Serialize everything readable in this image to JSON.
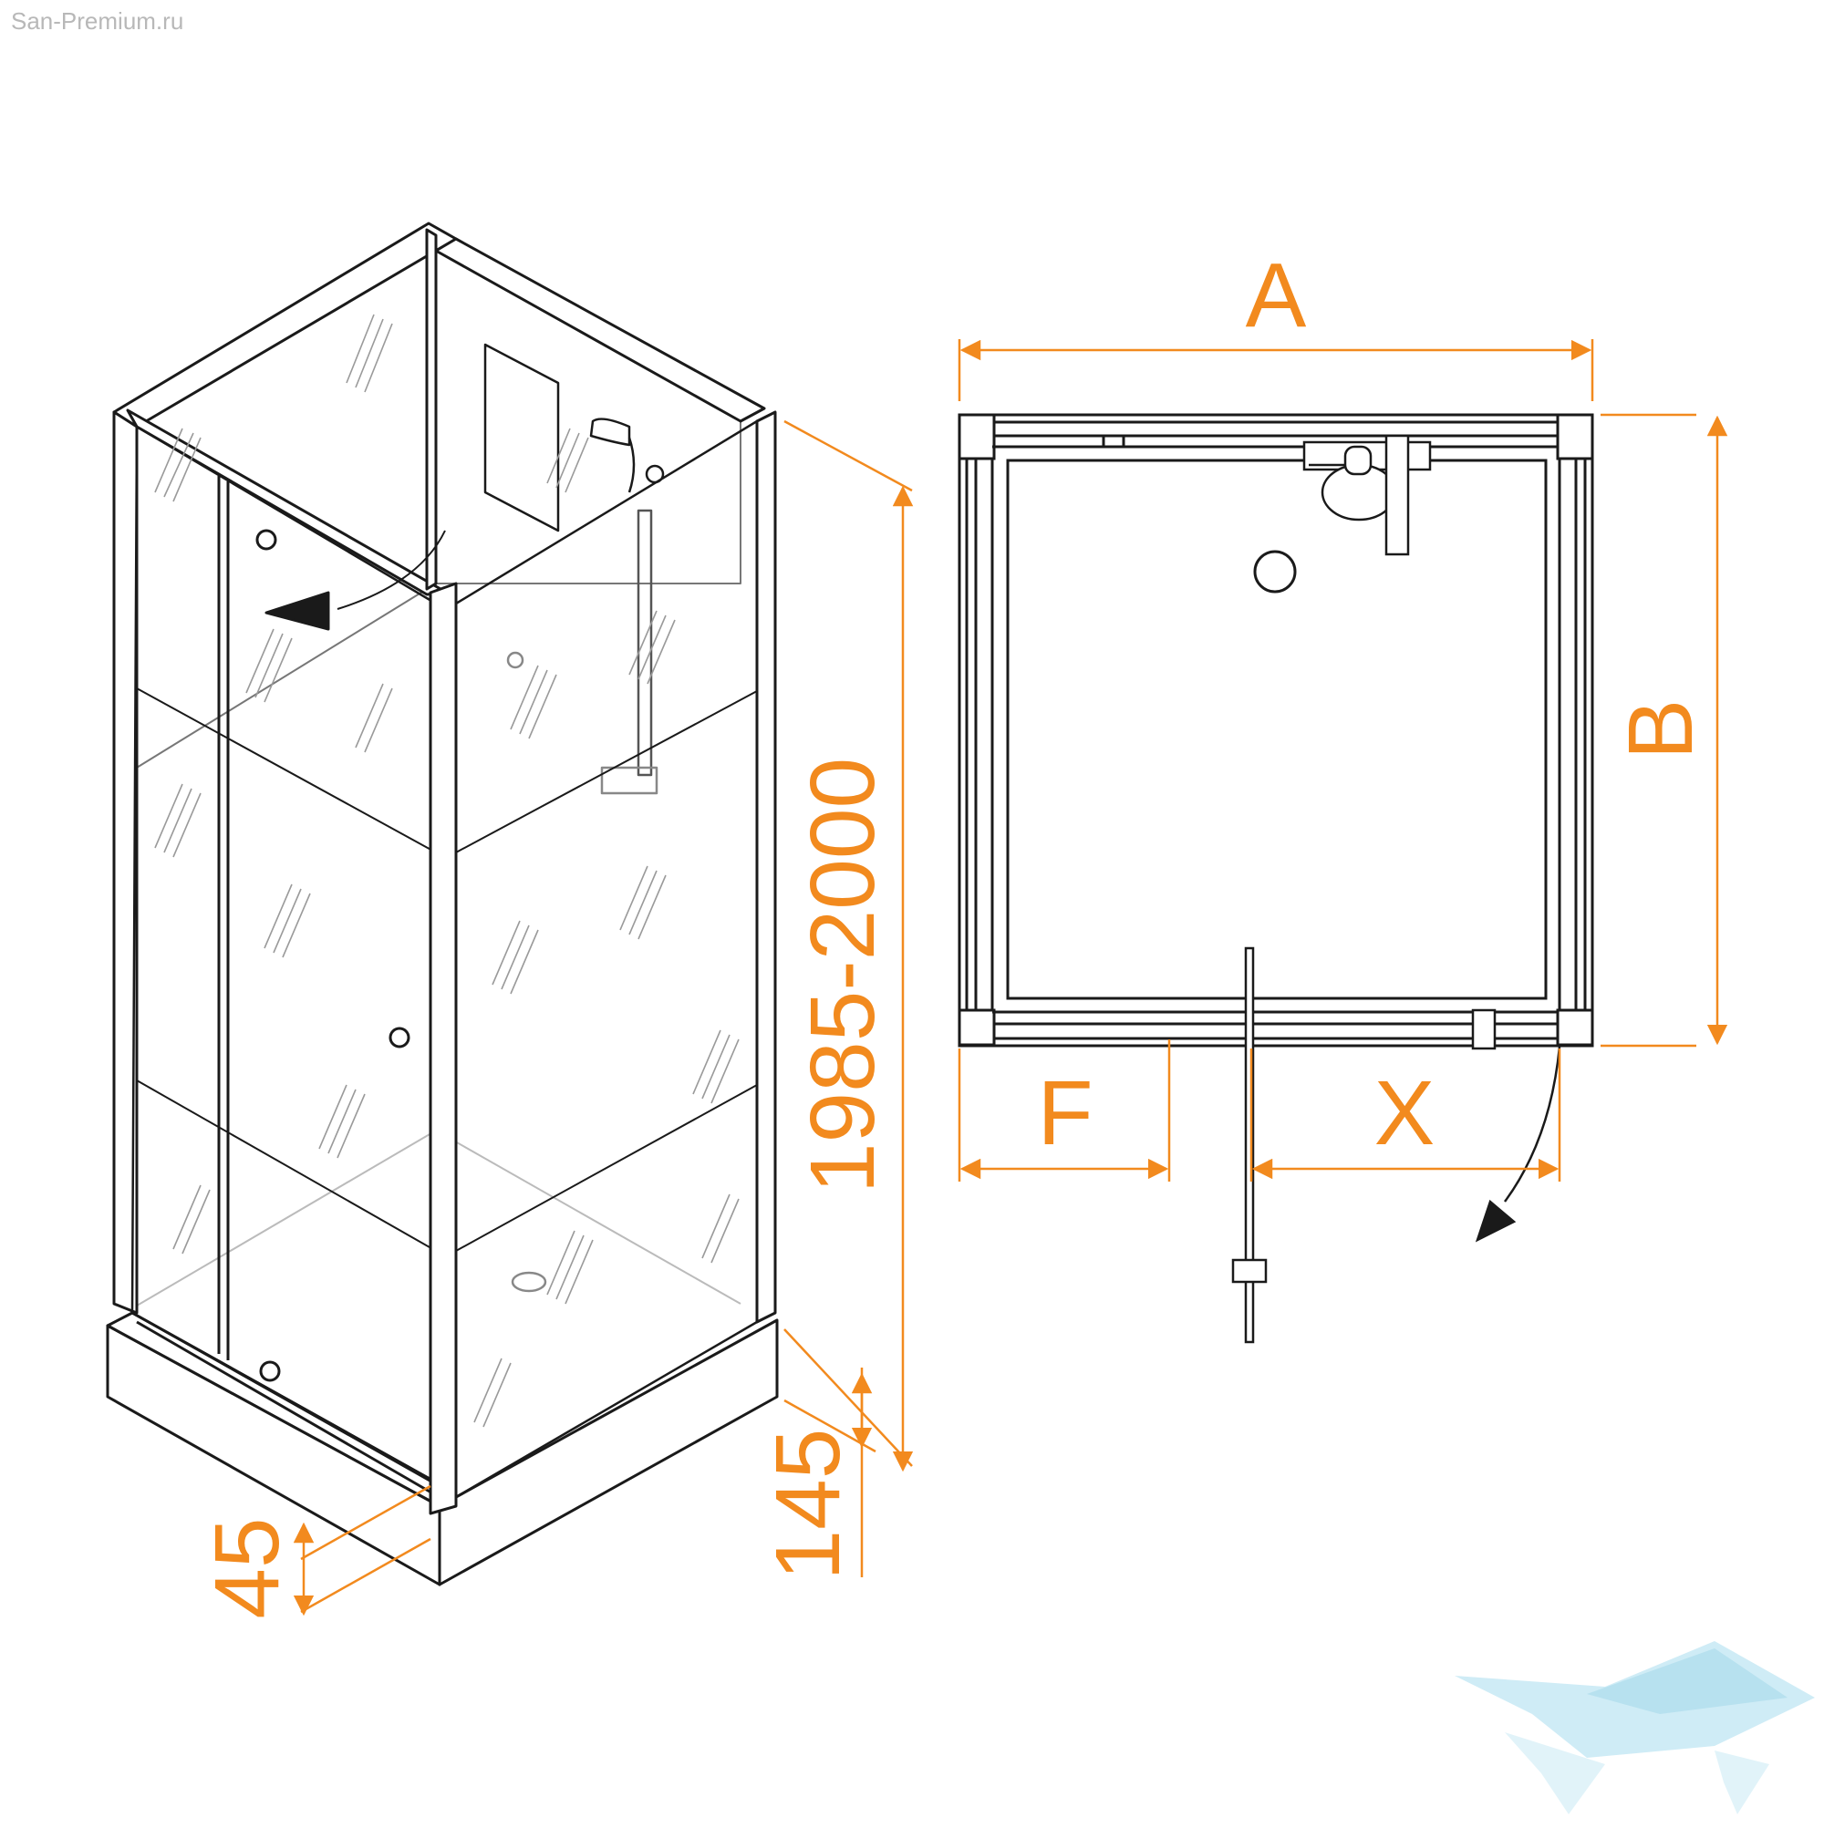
{
  "site": {
    "label": "San-Premium.ru"
  },
  "dimensions": {
    "height_range": "1985-2000",
    "tray_height": "145",
    "door_offset": "45",
    "width": "A",
    "depth": "B",
    "fixed_panel": "F",
    "door_opening": "X"
  },
  "colors": {
    "line": "#1a1a1a",
    "dimension": "#f28a1e",
    "glass_hatch": "#9a9a9a",
    "logo": "#bfe6f3"
  },
  "icons": {
    "logo": "san-premium-logo-icon",
    "door_swing": "door-swing-arrow-icon"
  }
}
